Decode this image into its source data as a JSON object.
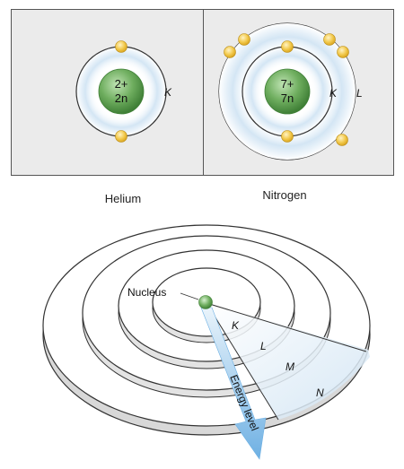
{
  "atoms": {
    "helium": {
      "caption": "Helium",
      "nucleus_charge": "2+",
      "nucleus_neutrons": "2n",
      "shell_labels": [
        "K"
      ],
      "electrons_per_shell": [
        2
      ]
    },
    "nitrogen": {
      "caption": "Nitrogen",
      "nucleus_charge": "7+",
      "nucleus_neutrons": "7n",
      "shell_labels": [
        "K",
        "L"
      ],
      "electrons_per_shell": [
        2,
        5
      ]
    }
  },
  "energy_diagram": {
    "nucleus_label": "Nucleus",
    "level_labels": [
      "K",
      "L",
      "M",
      "N"
    ],
    "arrow_label": "Energy level"
  },
  "colors": {
    "panel_bg": "#ebebeb",
    "nucleus": "#5a9e4e",
    "electron": "#f2c94c",
    "arrow": "#7ab8e6",
    "shell_glow": "#cfe3f3"
  }
}
